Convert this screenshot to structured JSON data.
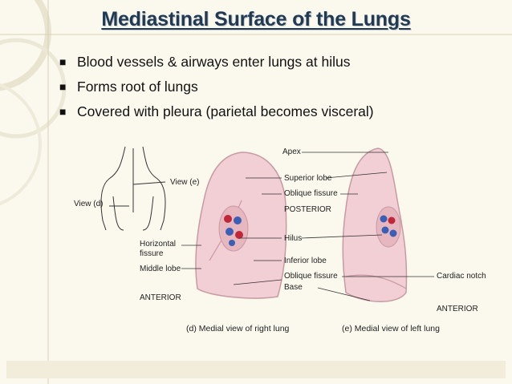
{
  "slide": {
    "title": "Mediastinal Surface of the Lungs",
    "bullets": [
      "Blood vessels & airways enter lungs at hilus",
      "Forms root of lungs",
      "Covered with pleura (parietal becomes visceral)"
    ],
    "bullet_icon": "black-square-bullet"
  },
  "figure": {
    "left_labels": {
      "view_e": "View (e)",
      "view_d": "View (d)",
      "horizontal_fissure_1": "Horizontal",
      "horizontal_fissure_2": "fissure",
      "middle_lobe": "Middle lobe",
      "anterior": "ANTERIOR"
    },
    "center_labels": {
      "apex": "Apex",
      "superior_lobe": "Superior lobe",
      "oblique_fissure_top": "Oblique fissure",
      "posterior": "POSTERIOR",
      "hilus": "Hilus",
      "inferior_lobe": "Inferior lobe",
      "oblique_fissure_bottom": "Oblique fissure",
      "base": "Base"
    },
    "right_labels": {
      "cardiac_notch": "Cardiac notch",
      "anterior": "ANTERIOR"
    },
    "captions": {
      "right_lung": "(d) Medial view of right lung",
      "left_lung": "(e) Medial view of left lung"
    },
    "colors": {
      "lung_fill": "#f1cfd4",
      "lung_edge": "#c89aa3",
      "vessel_red": "#c0283a",
      "vessel_blue": "#3a5fb5"
    }
  }
}
